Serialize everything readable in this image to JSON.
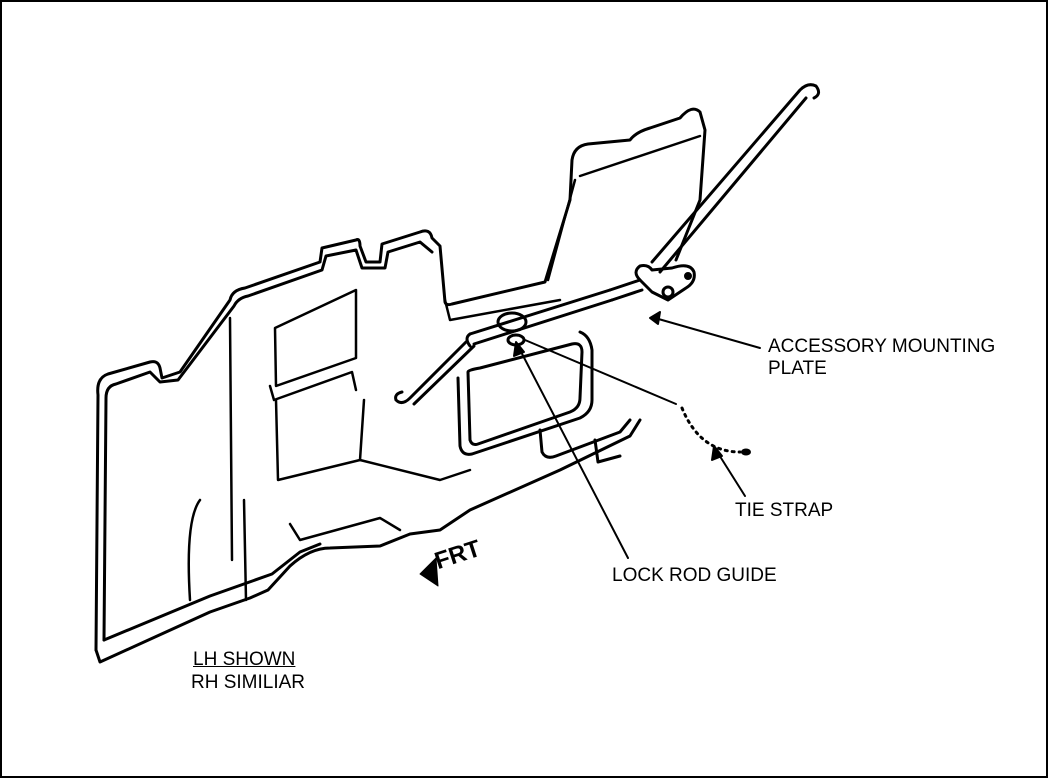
{
  "diagram": {
    "labels": {
      "accessory_mounting_plate_line1": "ACCESSORY MOUNTING",
      "accessory_mounting_plate_line2": "PLATE",
      "tie_strap": "TIE STRAP",
      "lock_rod_guide": "LOCK ROD GUIDE",
      "direction": "FRT",
      "lh_shown": "LH SHOWN",
      "rh_similiar": "RH SIMILIAR"
    },
    "colors": {
      "ink": "#000000",
      "paper": "#ffffff"
    }
  }
}
